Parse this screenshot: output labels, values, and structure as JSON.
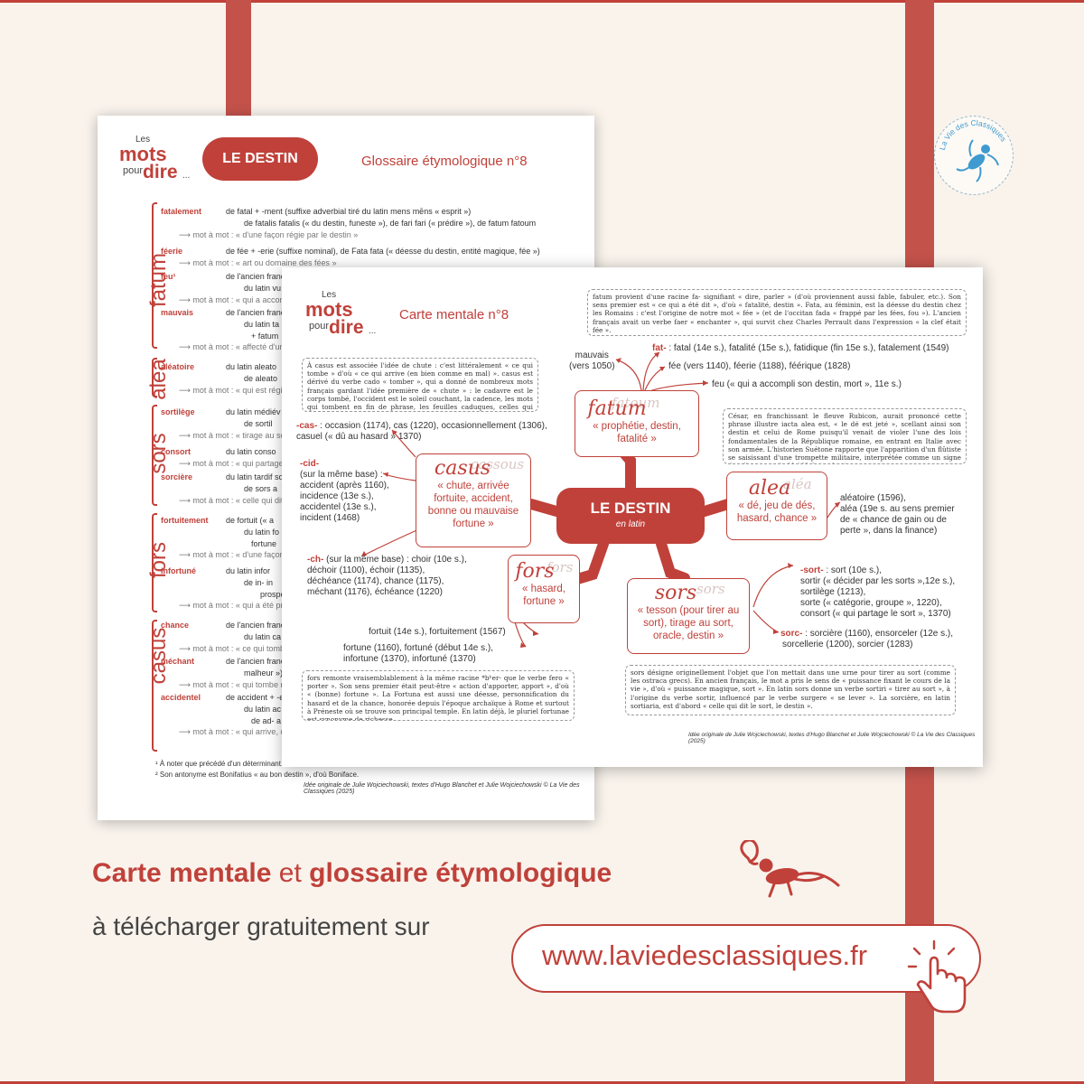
{
  "colors": {
    "accent": "#c0413a",
    "background": "#f9f3ec",
    "seal_blue": "#3f9ad0"
  },
  "logo": {
    "les": "Les",
    "mots": "mots",
    "pour": "pour",
    "dire": "dire",
    "dots": "..."
  },
  "glossary": {
    "badge": "LE DESTIN",
    "title": "Glossaire étymologique n°8",
    "groups": [
      "fatum",
      "alea",
      "sors",
      "fors",
      "casus"
    ],
    "entries": [
      {
        "hw": "fatalement",
        "def": "de fatal + -ment (suffixe adverbial tiré du latin mens  mēns « esprit »)",
        "def2": "de fatalis fatalis (« du destin, funeste »), de fari fari (« prédire »), de fatum fatoum",
        "mam": "⟶ mot à mot : « d'une façon régie par le destin »"
      },
      {
        "hw": "féerie",
        "def": "de fée + -erie (suffixe nominal), de Fata fata (« déesse du destin, entité magique, fée »)",
        "def2": "",
        "mam": "⟶ mot à mot : « art ou domaine des fées »"
      },
      {
        "hw": "feu¹",
        "def": "de l'ancien franç",
        "def2": "du latin vu",
        "mam": "⟶ mot à mot : « qui a accompli sa"
      },
      {
        "hw": "mauvais",
        "def": "de l'ancien franç",
        "def2": "du latin ta",
        "def3": "+ fatum",
        "mam": "⟶ mot à mot : « affecté d'un mau"
      },
      {
        "hw": "aléatoire",
        "def": "du latin aleato",
        "def2": "de aleato",
        "mam": "⟶ mot à mot : « qui est régi par le"
      },
      {
        "hw": "sortilège",
        "def": "du latin médiév",
        "def2": "de sortil",
        "mam": "⟶ mot à mot : « tirage au sort »"
      },
      {
        "hw": "consort",
        "def": "du latin conso",
        "def2": "",
        "mam": "⟶ mot à mot : « qui partage le m"
      },
      {
        "hw": "sorcière",
        "def": "du latin tardif so",
        "def2": "de sors a",
        "mam": "⟶ mot à mot : « celle qui dit le so"
      },
      {
        "hw": "fortuitement",
        "def": "de fortuit (« a",
        "def2": "du latin fo",
        "def3": "fortune",
        "mam": "⟶ mot à mot : « d'une façon régie"
      },
      {
        "hw": "infortuné",
        "def": "du latin infor",
        "def2": "de in- in",
        "def3": "prospére",
        "mam": "⟶ mot à mot : « qui a été privé de"
      },
      {
        "hw": "chance",
        "def": "de l'ancien franç",
        "def2": "du latin ca",
        "mam": "⟶ mot à mot : « ce qui tombe »"
      },
      {
        "hw": "méchant",
        "def": "de l'ancien franç",
        "def2": "malheur »), de",
        "mam": "⟶ mot à mot : « qui tombe mal, q"
      },
      {
        "hw": "accidentel",
        "def": "de accident + -e",
        "def2": "du latin ac",
        "def3": "de ad- a",
        "mam": "⟶ mot à mot : « qui arrive, qui"
      }
    ],
    "notes": [
      "¹ À noter que précédé d'un déterminant, il s'accorde",
      "² Son antonyme est Bonifatius « au bon destin », d'où Boniface."
    ],
    "credit": "Idée originale de Julie Wojciechowski, textes d'Hugo Blanchet et Julie Wojciechowski © La Vie des Classiques (2025)"
  },
  "mindmap": {
    "title": "Carte mentale n°8",
    "center": {
      "title": "LE DESTIN",
      "subtitle": "en latin"
    },
    "nodes": {
      "fatum": {
        "name": "fatum",
        "ghost": "fatoum",
        "gloss": "« prophétie, destin, fatalité »"
      },
      "casus": {
        "name": "casus",
        "ghost": "cassous",
        "gloss": "« chute, arrivée fortuite, accident, bonne ou mauvaise fortune »"
      },
      "alea": {
        "name": "alea",
        "ghost": "aléa",
        "gloss": "« dé, jeu de dés, hasard, chance »"
      },
      "fors": {
        "name": "fors",
        "ghost": "fors",
        "gloss": "« hasard, fortune »"
      },
      "sors": {
        "name": "sors",
        "ghost": "sors",
        "gloss": "« tesson (pour tirer au sort), tirage au sort, oracle, destin »"
      }
    },
    "texts": {
      "fatum_box": "fatum provient d'une racine fa- signifiant « dire, parler » (d'où proviennent aussi fable, fabuler, etc.). Son sens premier est « ce qui a été dit », d'où « fatalité, destin ». Fata, au féminin, est la déesse du destin chez les Romains : c'est l'origine de notre mot « fée » (et de l'occitan fada « frappé par les fées, fou »). L'ancien français avait un verbe faer « enchanter », qui survit chez Charles Perrault dans l'expression « la clef était fée ».",
      "casus_box": "À casus est associée l'idée de chute : c'est littéralement « ce qui tombe » d'où « ce qui arrive (en bien comme en mal) ». casus est dérivé du verbe cado « tomber », qui a donné de nombreux mots français gardant l'idée première de « chute » : le cadavre est le corps tombé, l'occident est le soleil couchant, la cadence, les mots qui tombent en fin de phrase, les feuilles caduques, celles qui tombent à l'automne, la cascade, l'eau qui tombe…",
      "alea_box": "César, en franchissant le fleuve Rubicon, aurait prononcé cette phrase illustre iacta alea est, « le dé est jeté », scellant ainsi son destin et celui de Rome puisqu'il venait de violer l'une des lois fondamentales de la République romaine, en entrant en Italie avec son armée. L'historien Suétone rapporte que l'apparition d'un flûtiste se saisissant d'une trompette militaire, interprétée comme un signe des dieux, aurait décidé de ce destin.",
      "fors_box": "fors remonte vraisemblablement à la même racine *bʰer- que le verbe fero « porter ». Son sens premier était peut-être « action d'apporter, apport », d'où « (bonne) fortune ». La Fortuna est aussi une déesse, personnification du hasard et de la chance, honorée depuis l'époque archaïque à Rome et surtout à Préneste où se trouve son principal temple. En latin déjà, le pluriel fortunae est synonyme de richesse.",
      "sors_box": "sors désigne originellement l'objet que l'on mettait dans une urne pour tirer au sort (comme les ostraca grecs). En ancien français, le mot a pris le sens de « puissance fixant le cours de la vie », d'où « puissance magique, sort ». En latin sors donne un verbe sortiri « tirer au sort », à l'origine du verbe sortir, influencé par le verbe surgere « se lever ». La sorcière, en latin sortiaria, est d'abord « celle qui dit le sort, le destin »."
    },
    "derived": {
      "mauvais": "mauvais",
      "mauvais_date": "(vers 1050)",
      "fat_label": "fat-",
      "fat_list": ": fatal (14e s.), fatalité (15e s.), fatidique (fin 15e s.),  fatalement (1549)",
      "fee": "fée (vers 1140), féerie (1188), féérique (1828)",
      "feu": "feu (« qui a accompli son destin, mort », 11e s.)",
      "cas_label": "-cas-",
      "cas_1": ": occasion (1174), cas (1220), occasionnellement (1306),",
      "cas_2": "casuel (« dû au hasard » 1370)",
      "cid_label": "-cid-",
      "cid_1": "(sur la même base) :",
      "cid_2": "accident (après 1160),",
      "cid_3": "incidence (13e s.),",
      "cid_4": "accidentel (13e s.),",
      "cid_5": "incident (1468)",
      "ch_label": "-ch-",
      "ch_1": "(sur la même base) : choir (10e s.),",
      "ch_2": "déchoir (1100), échoir (1135),",
      "ch_3": "déchéance (1174), chance (1175),",
      "ch_4": "méchant (1176), échéance (1220)",
      "alea_1": "aléatoire (1596),",
      "alea_2": "aléa (19e s. au sens premier",
      "alea_3": "de « chance de gain ou de",
      "alea_4": "perte », dans la finance)",
      "fors_1": "fortuit (14e s.), fortuitement (1567)",
      "fors_2": "fortune (1160), fortuné (début 14e s.),",
      "fors_3": "infortune (1370), infortuné (1370)",
      "sort_label": "-sort-",
      "sort_1": ": sort (10e s.),",
      "sort_2": "sortir (« décider par les sorts »,12e s.),",
      "sort_3": "sortilège (1213),",
      "sort_4": "sorte (« catégorie, groupe », 1220),",
      "sort_5": "consort (« qui partage le sort », 1370)",
      "sorc_label": "sorc-",
      "sorc_1": ": sorcière (1160), ensorceler (12e s.),",
      "sorc_2": "sorcellerie (1200), sorcier (1283)"
    },
    "credit": "Idée originale de Julie Wojciechowski, textes d'Hugo Blanchet et Julie Wojciechowski © La Vie des Classiques (2025)"
  },
  "seal": {
    "text": "La Vie des Classiques"
  },
  "promo": {
    "line1_bold1": "Carte mentale",
    "line1_mid": " et ",
    "line1_bold2": "glossaire étymologique",
    "line2": "à télécharger gratuitement sur",
    "url": "www.laviedesclassiques.fr"
  },
  "icons": {
    "monkey": "monkey-icon",
    "cursor": "hand-pointer-icon",
    "seal": "monkey-seal-icon"
  }
}
